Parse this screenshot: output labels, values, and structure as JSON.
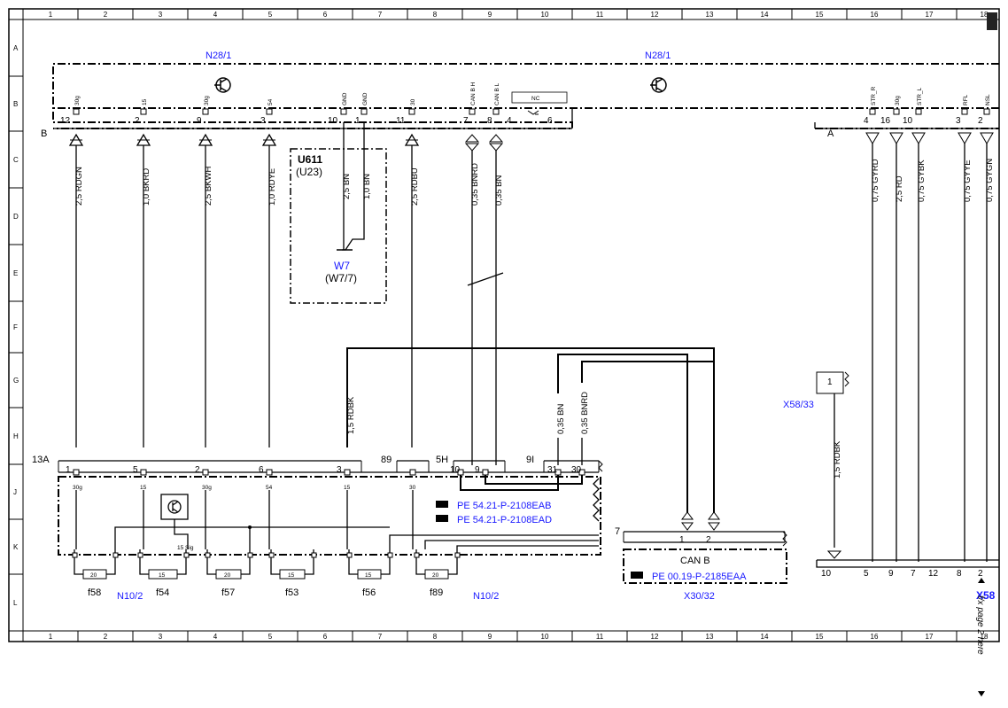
{
  "grid": {
    "cols": [
      "1",
      "2",
      "3",
      "4",
      "5",
      "6",
      "7",
      "8",
      "9",
      "10",
      "11",
      "12",
      "13",
      "14",
      "15",
      "16",
      "17",
      "18"
    ],
    "rows": [
      "A",
      "B",
      "C",
      "D",
      "E",
      "F",
      "G",
      "H",
      "J",
      "K",
      "L"
    ]
  },
  "components": {
    "n28_1_left": "N28/1",
    "n28_1_right": "N28/1",
    "u611": "U611",
    "u23": "(U23)",
    "w7": "W7",
    "w7_7": "(W7/7)",
    "x58_33": "X58/33",
    "n10_2_a": "N10/2",
    "n10_2_b": "N10/2",
    "x30_32": "X30/32",
    "can_b": "CAN B",
    "x58": "X58",
    "conn_b": "B",
    "conn_a": "A",
    "conn_13a": "13A",
    "conn_89": "89",
    "conn_5h": "5H",
    "conn_9i": "9I",
    "conn_7": "7",
    "nc": "NC",
    "sig15": "15 Sig"
  },
  "refs": {
    "pe1": "PE 54.21-P-2108EAB",
    "pe2": "PE 54.21-P-2108EAD",
    "pe3": "PE 00.19-P-2185EAA"
  },
  "top_pins": [
    {
      "num": "12",
      "sig": "30g",
      "wire": "2,5 RDGN"
    },
    {
      "num": "2",
      "sig": "15",
      "wire": "1,0 BKRD"
    },
    {
      "num": "9",
      "sig": "30g",
      "wire": "2,5 BKWH"
    },
    {
      "num": "3",
      "sig": "54",
      "wire": "1,0 RDYE"
    },
    {
      "num": "10",
      "sig": "GND",
      "wire": "2,5 BN"
    },
    {
      "num": "1",
      "sig": "GND",
      "wire": "1,0 BN"
    },
    {
      "num": "11",
      "sig": "30",
      "wire": "2,5 RDBU"
    },
    {
      "num": "7",
      "sig": "CAN B H",
      "wire": "0,35 BNRD"
    },
    {
      "num": "8",
      "sig": "CAN B L",
      "wire": "0,35 BN"
    },
    {
      "num": "4",
      "sig": "",
      "wire": ""
    },
    {
      "num": "6",
      "sig": "",
      "wire": ""
    }
  ],
  "right_pins": [
    {
      "num": "4",
      "sig": "STR_R",
      "wire": "0,75 GYRD",
      "bottom": "5"
    },
    {
      "num": "16",
      "sig": "30g",
      "wire": "2,5 RD",
      "bottom": "9"
    },
    {
      "num": "10",
      "sig": "STR_L",
      "wire": "0,75 GYBK",
      "bottom": "7"
    },
    {
      "num": "3",
      "sig": "RFL",
      "wire": "0,75 GYYE",
      "bottom": "8"
    },
    {
      "num": "2",
      "sig": "NSL",
      "wire": "0,75 GYGN",
      "bottom": "2"
    }
  ],
  "bottom_extra": [
    "10",
    "12"
  ],
  "mid_wires": {
    "rdbk": "1,5 RDBK",
    "bn": "0,35 BN",
    "bnrd": "0,35 BNRD",
    "rdbk2": "1,5 RDBK"
  },
  "fuse_pins": [
    {
      "num": "1",
      "sig": "30g"
    },
    {
      "num": "5",
      "sig": "15"
    },
    {
      "num": "2",
      "sig": "30g"
    },
    {
      "num": "6",
      "sig": "54"
    },
    {
      "num": "3",
      "sig": "15"
    },
    {
      "num": "",
      "sig": "30"
    },
    {
      "num": "10",
      "sig": ""
    },
    {
      "num": "9",
      "sig": ""
    },
    {
      "num": "31",
      "sig": ""
    },
    {
      "num": "30",
      "sig": ""
    }
  ],
  "fuses": [
    {
      "amp": "20",
      "name": "f58"
    },
    {
      "amp": "15",
      "name": "f54"
    },
    {
      "amp": "20",
      "name": "f57"
    },
    {
      "amp": "15",
      "name": "f53"
    },
    {
      "amp": "15",
      "name": "f56"
    },
    {
      "amp": "20",
      "name": "f89"
    }
  ],
  "can_pins": [
    "1",
    "2"
  ],
  "x58_33_pin": "1",
  "margin_note": "f/x page 2 here"
}
